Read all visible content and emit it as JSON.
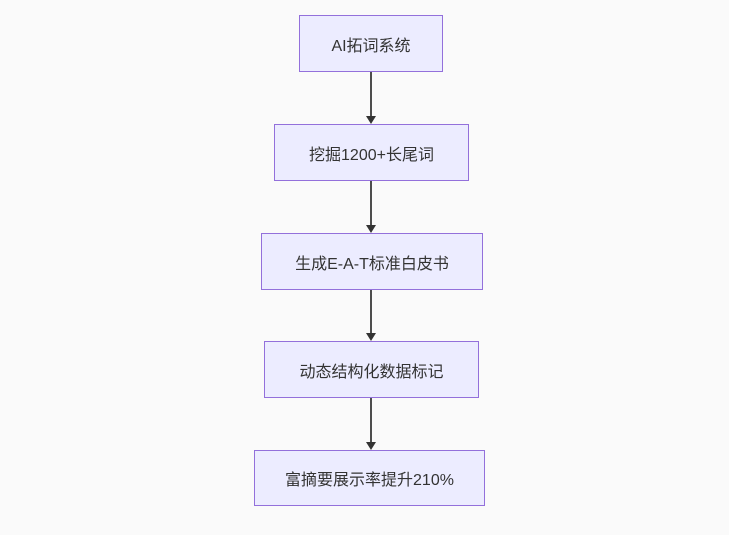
{
  "flowchart": {
    "type": "flowchart",
    "direction": "top-down",
    "background_color": "#fafafa",
    "node_fill_color": "#ECECFF",
    "node_border_color": "#9370DB",
    "node_text_color": "#333333",
    "edge_color": "#333333",
    "nodes": [
      {
        "id": "n1",
        "label": "AI拓词系统"
      },
      {
        "id": "n2",
        "label": "挖掘1200+长尾词"
      },
      {
        "id": "n3",
        "label": "生成E-A-T标准白皮书"
      },
      {
        "id": "n4",
        "label": "动态结构化数据标记"
      },
      {
        "id": "n5",
        "label": "富摘要展示率提升210%"
      }
    ],
    "edges": [
      {
        "from": "AI拓词系统",
        "to": "挖掘1200+长尾词",
        "style": "arrow-down"
      },
      {
        "from": "挖掘1200+长尾词",
        "to": "生成E-A-T标准白皮书",
        "style": "arrow-down"
      },
      {
        "from": "生成E-A-T标准白皮书",
        "to": "动态结构化数据标记",
        "style": "arrow-down"
      },
      {
        "from": "动态结构化数据标记",
        "to": "富摘要展示率提升210%",
        "style": "arrow-down"
      }
    ]
  }
}
